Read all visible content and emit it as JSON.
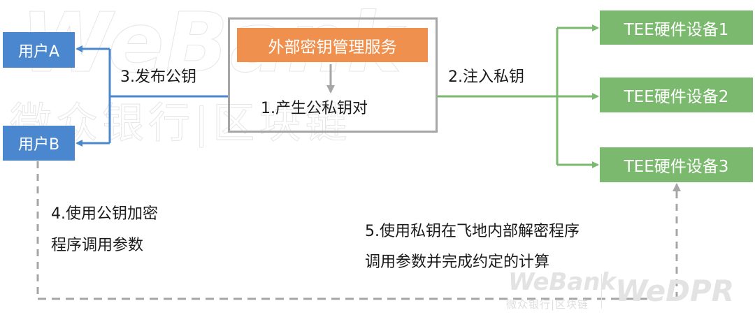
{
  "watermark": {
    "big_logo": "WeBank",
    "big_sub": "微众银行|区块链",
    "corner_logo": "WeBank",
    "corner_sub": "微众银行|区块链",
    "corner_product": "WeDPR"
  },
  "users": [
    {
      "label": "用户A"
    },
    {
      "label": "用户B"
    }
  ],
  "key_service": {
    "title": "外部密钥管理服务",
    "step": "1.产生公私钥对"
  },
  "tee_devices": [
    {
      "label": "TEE硬件设备1"
    },
    {
      "label": "TEE硬件设备2"
    },
    {
      "label": "TEE硬件设备3"
    }
  ],
  "steps": {
    "publish_public_key": "3.发布公钥",
    "inject_private_key": "2.注入私钥",
    "encrypt_line1": "4.使用公钥加密",
    "encrypt_line2": "程序调用参数",
    "decrypt_line1": "5.使用私钥在飞地内部解密程序",
    "decrypt_line2": "调用参数并完成约定的计算"
  },
  "colors": {
    "user_blue": "#4a87cf",
    "tee_green": "#7ab96e",
    "service_orange": "#f0904e",
    "frame_gray": "#a6a6a6",
    "dashed_gray": "#a6a6a6"
  }
}
